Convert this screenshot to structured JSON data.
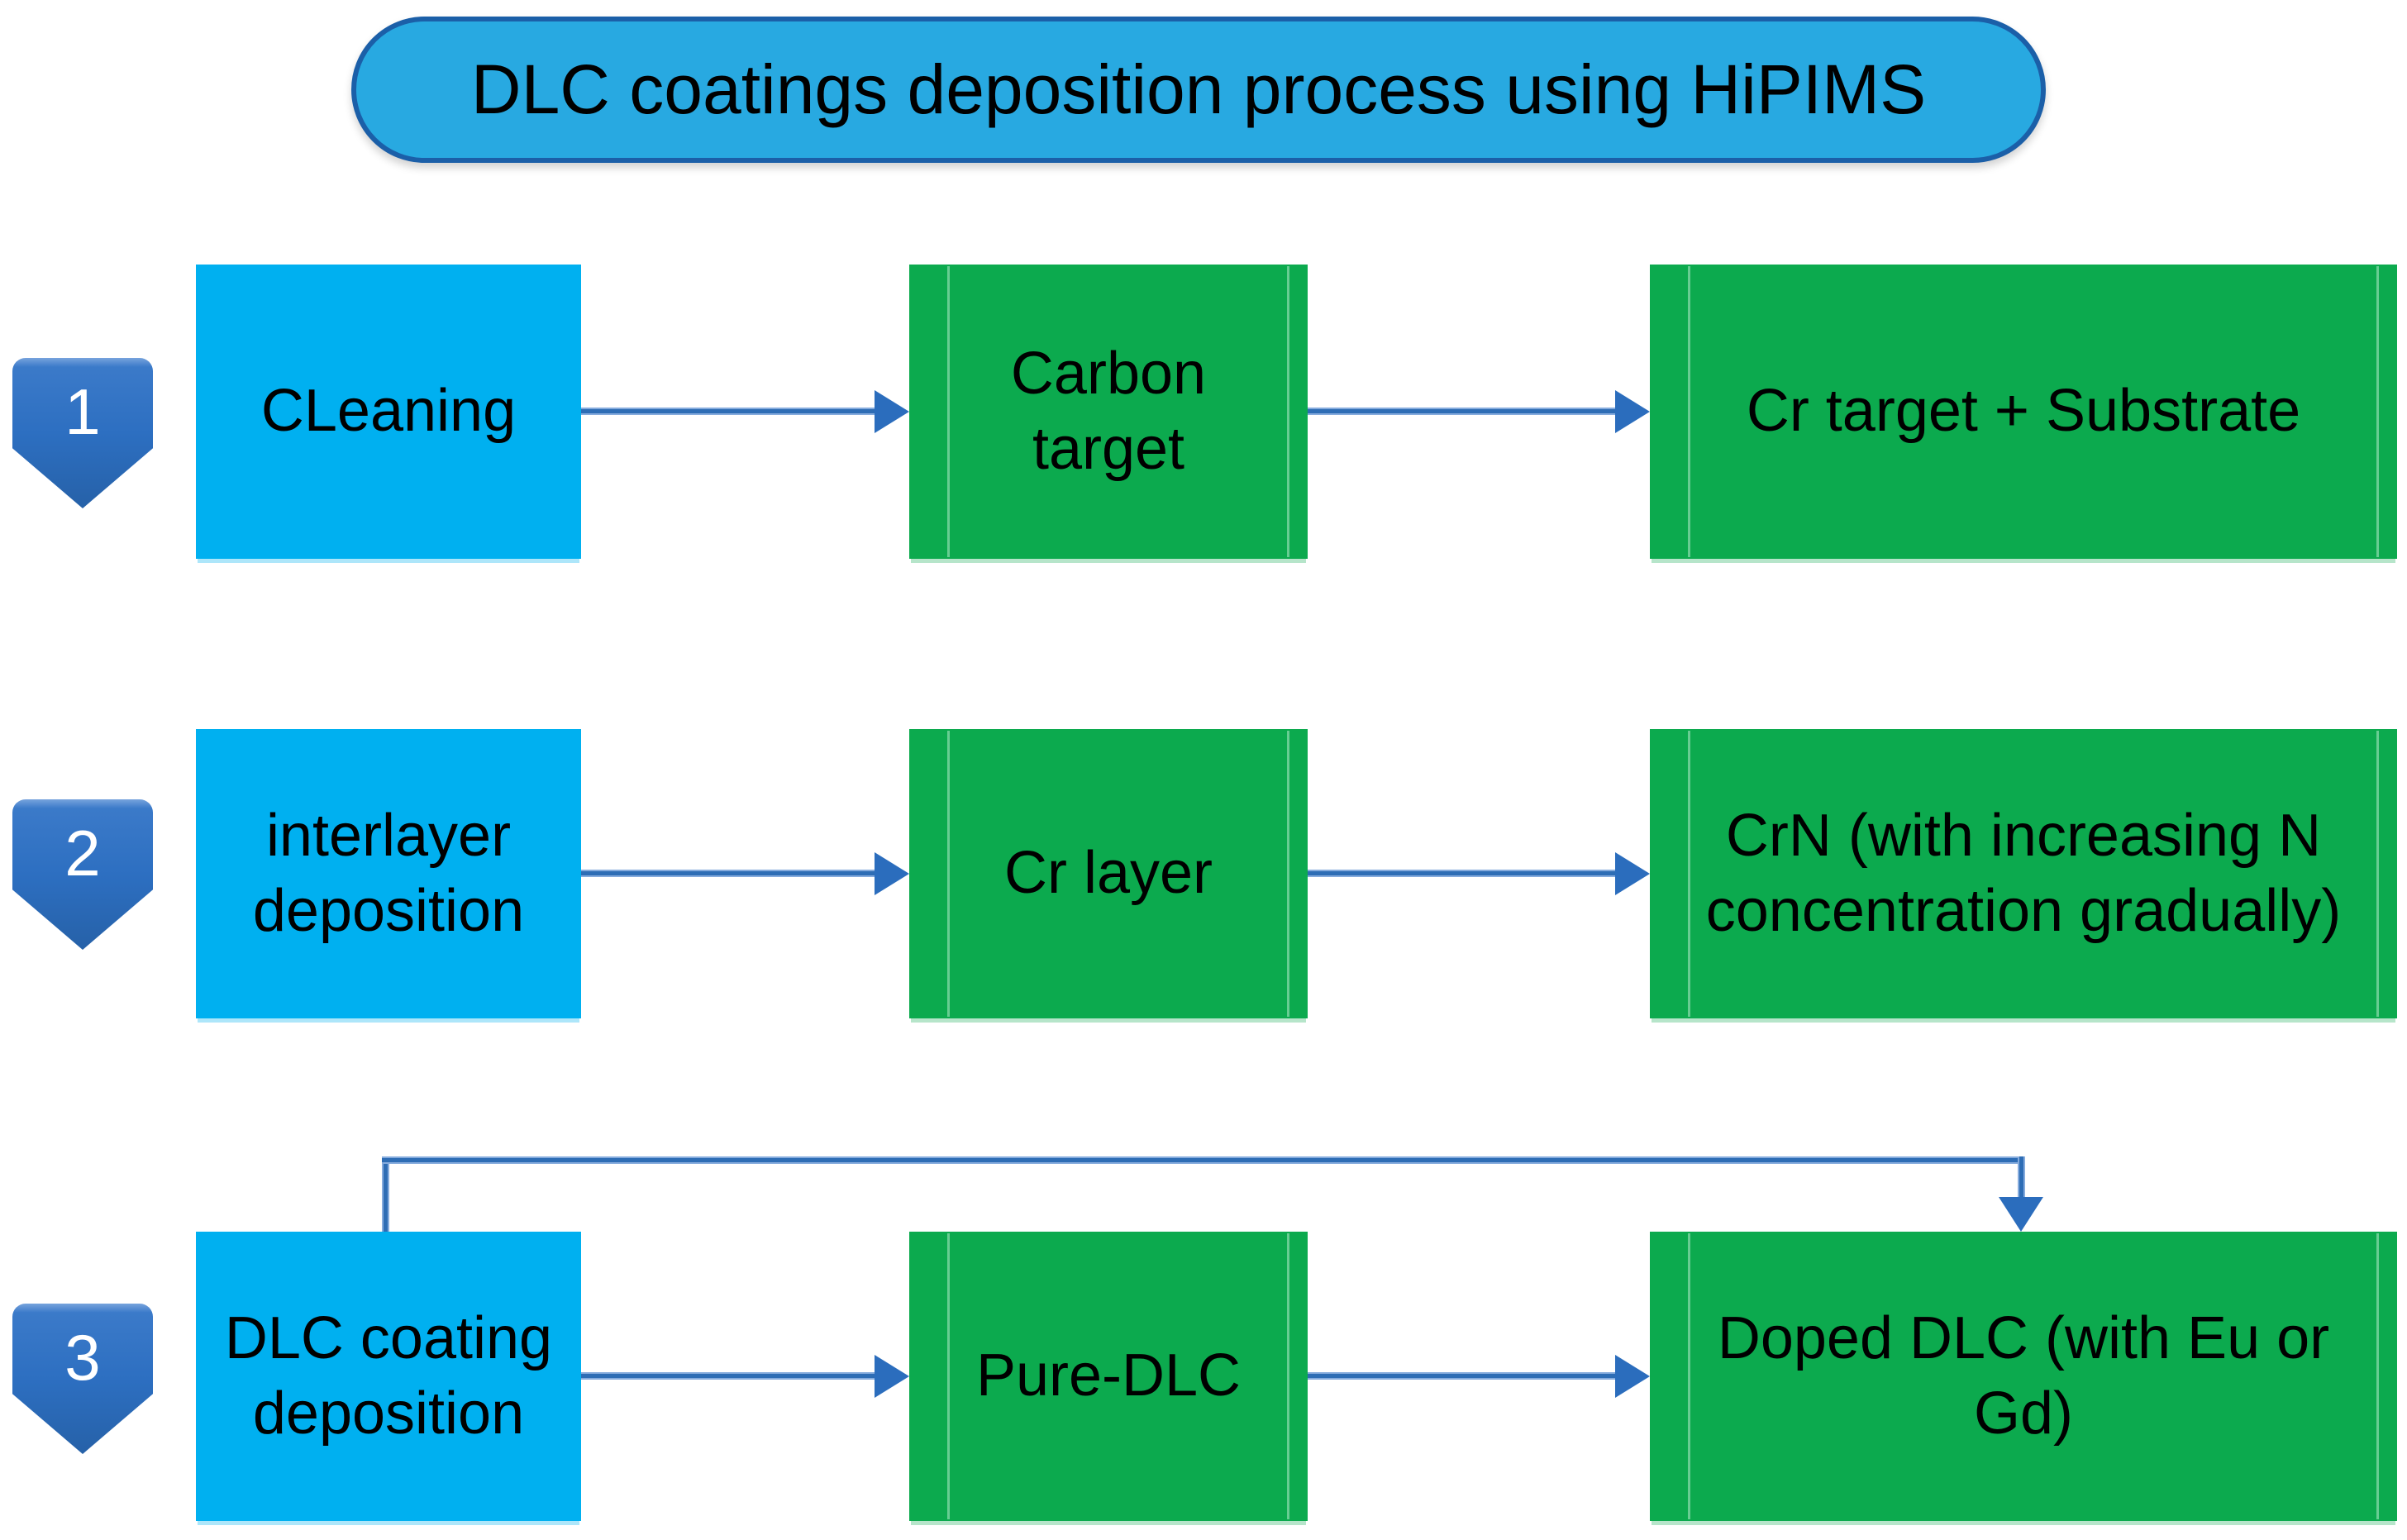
{
  "header": {
    "title": "DLC coatings deposition process using HiPIMS"
  },
  "steps": [
    {
      "number": "1",
      "stage": "CLeaning",
      "middle": "Carbon target",
      "right": "Cr target + Substrate"
    },
    {
      "number": "2",
      "stage": "interlayer deposition",
      "middle": "Cr layer",
      "right": "CrN (with increasing N concentration gradually)"
    },
    {
      "number": "3",
      "stage": "DLC coating deposition",
      "middle": "Pure-DLC",
      "right": "Doped DLC (with Eu or Gd)"
    }
  ],
  "connectors": [
    {
      "from": "CLeaning",
      "to": "Carbon target",
      "type": "straight-arrow"
    },
    {
      "from": "Carbon target",
      "to": "Cr target + Substrate",
      "type": "straight-arrow"
    },
    {
      "from": "interlayer deposition",
      "to": "Cr layer",
      "type": "straight-arrow"
    },
    {
      "from": "Cr layer",
      "to": "CrN (with increasing N concentration gradually)",
      "type": "straight-arrow"
    },
    {
      "from": "DLC coating deposition",
      "to": "Pure-DLC",
      "type": "straight-arrow"
    },
    {
      "from": "Pure-DLC",
      "to": "Doped DLC (with Eu or Gd)",
      "type": "straight-arrow"
    },
    {
      "from": "DLC coating deposition",
      "to": "Doped DLC (with Eu or Gd)",
      "type": "elbow-arrow-over-top"
    }
  ],
  "colors": {
    "background": "#ffffff",
    "cyan-box": "#00b0f0",
    "green-box": "#0caa4e",
    "badge-blue": "#2d6fc1",
    "arrow-blue": "#2e6db5",
    "arrowhead-blue": "#2b6dbd",
    "pill-fill": "#28a9e1",
    "pill-border": "#1b5fa8",
    "text": "#000000"
  }
}
